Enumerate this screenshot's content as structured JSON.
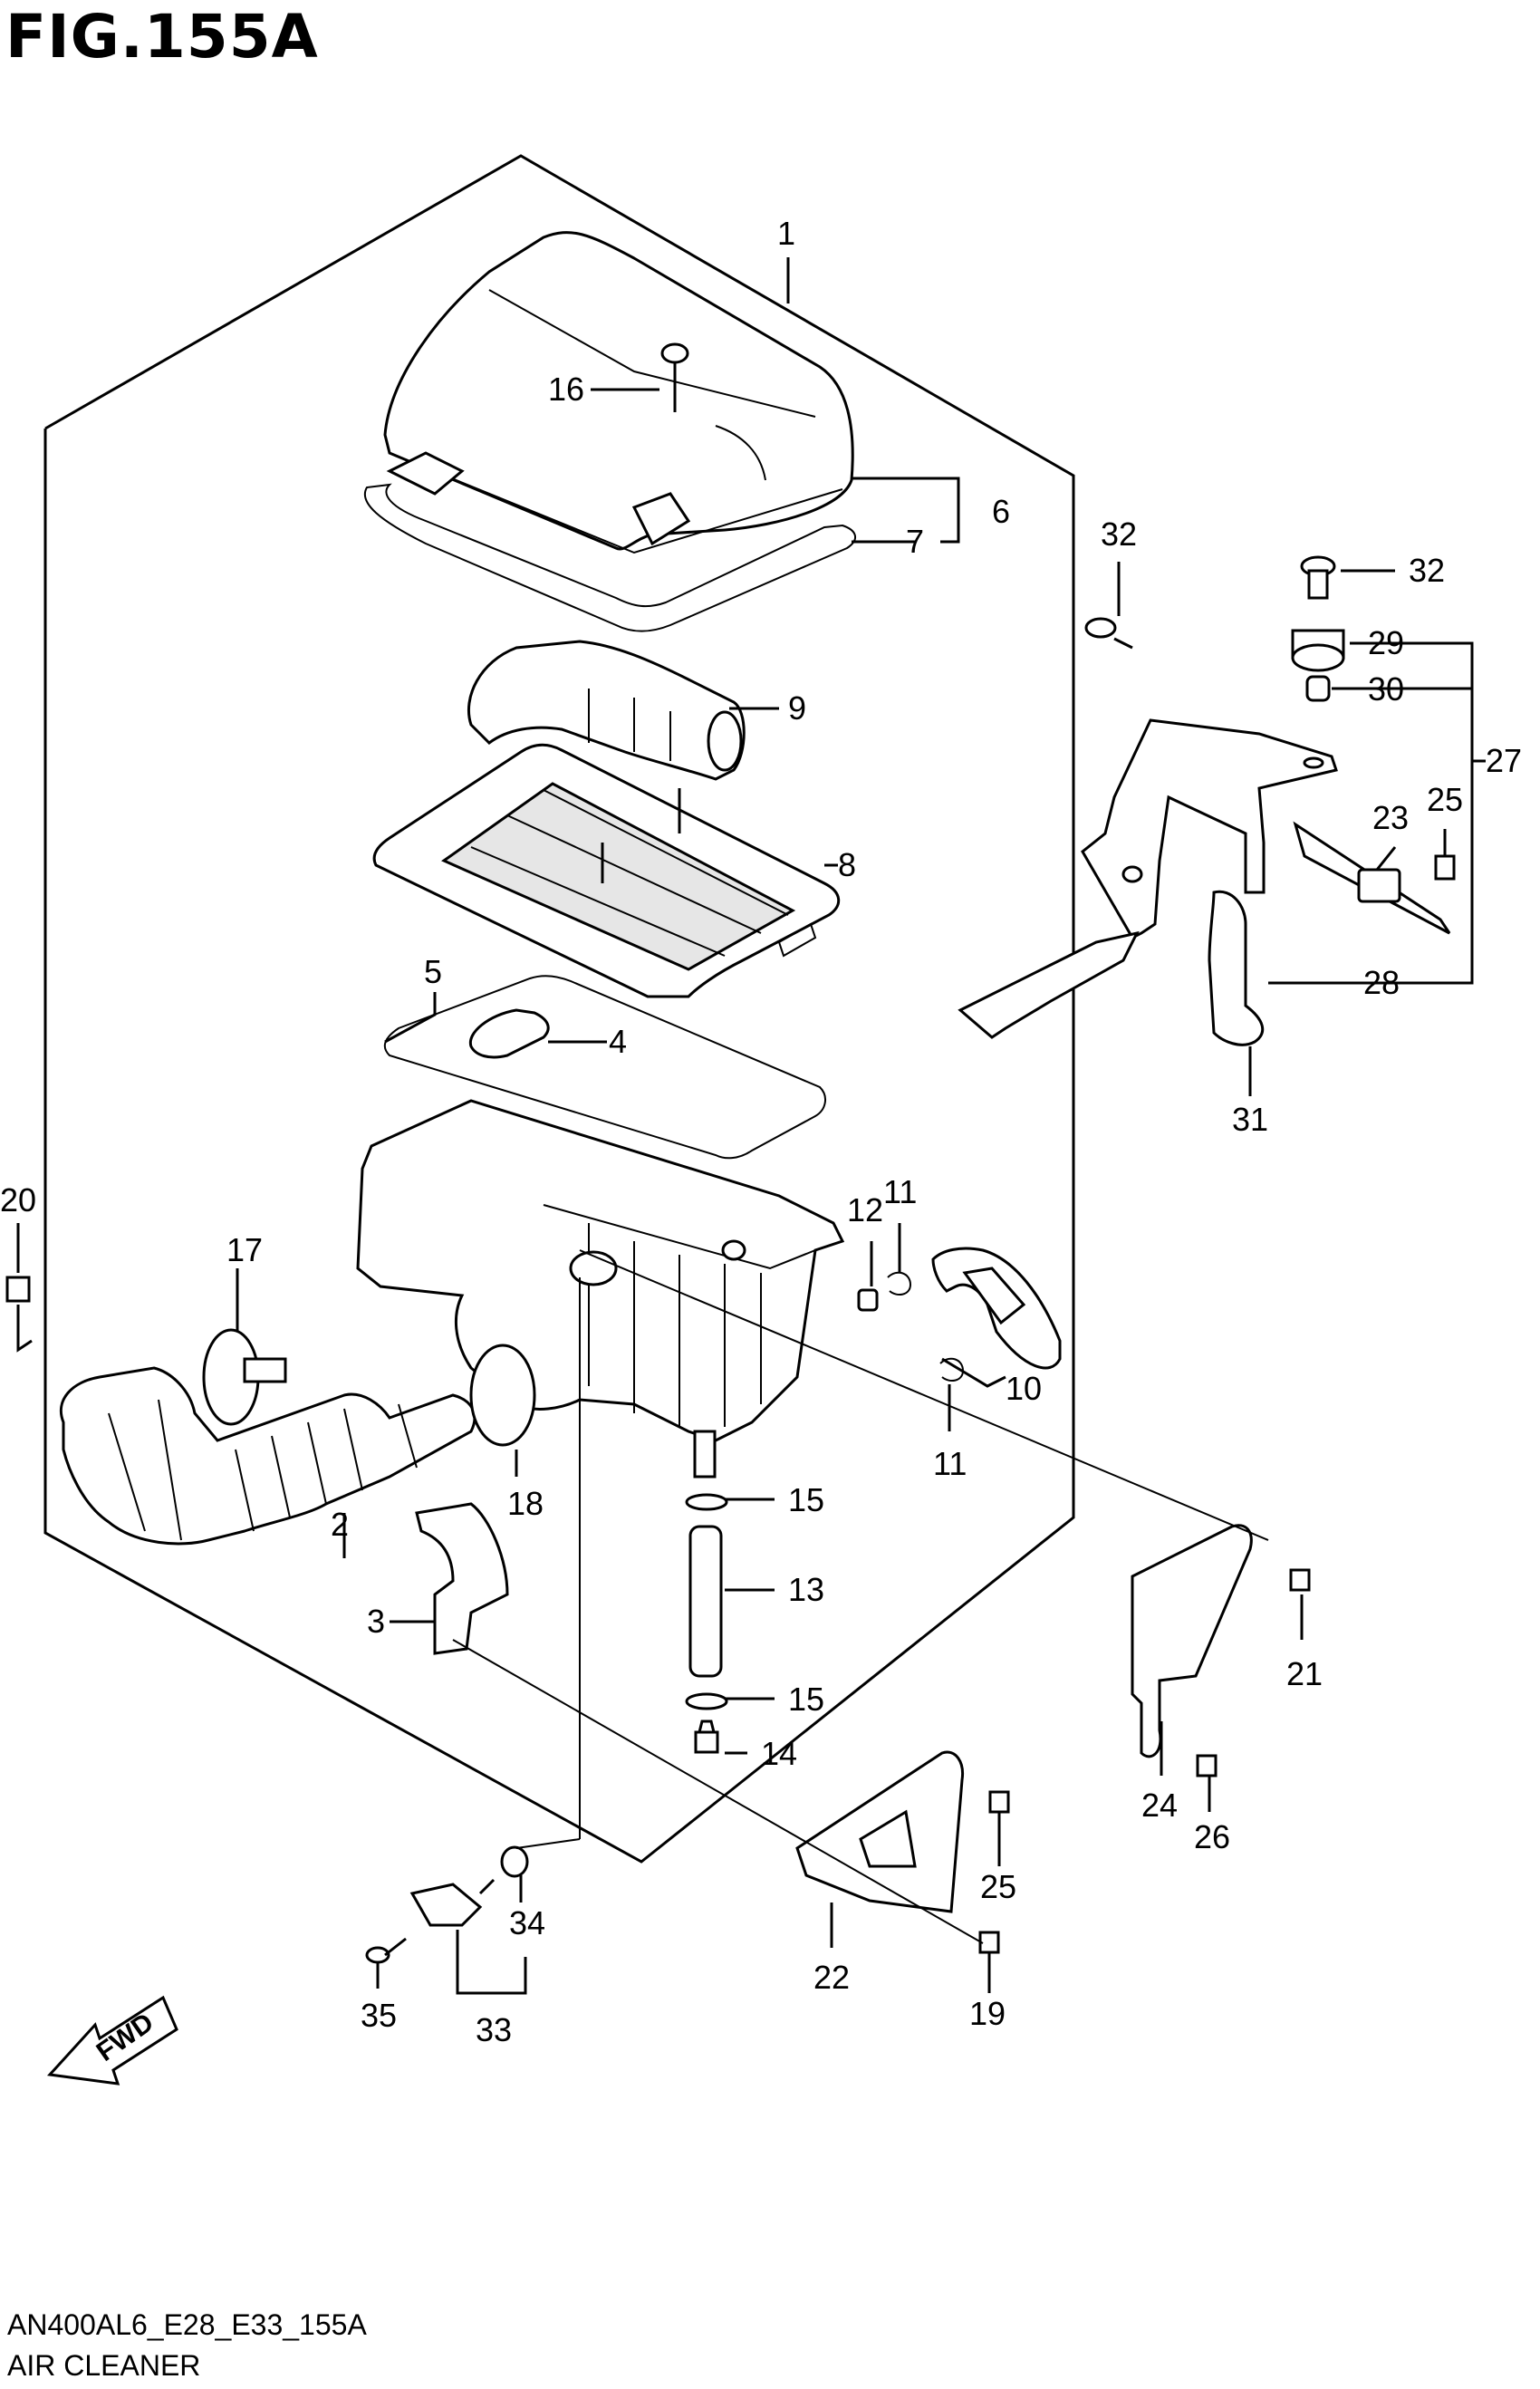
{
  "figure": {
    "title": "FIG.155A"
  },
  "footer": {
    "code": "AN400AL6_E28_E33_155A",
    "name": "AIR CLEANER"
  },
  "fwd_label": "FWD",
  "callouts": {
    "c1": "1",
    "c2": "2",
    "c3": "3",
    "c4": "4",
    "c5": "5",
    "c6": "6",
    "c7": "7",
    "c8": "8",
    "c9": "9",
    "c10": "10",
    "c11a": "11",
    "c11b": "11",
    "c12": "12",
    "c13": "13",
    "c14": "14",
    "c15a": "15",
    "c15b": "15",
    "c16": "16",
    "c17": "17",
    "c18": "18",
    "c19": "19",
    "c20": "20",
    "c21": "21",
    "c22": "22",
    "c23": "23",
    "c24": "24",
    "c25a": "25",
    "c25b": "25",
    "c26": "26",
    "c27": "27",
    "c28": "28",
    "c29": "29",
    "c30": "30",
    "c31": "31",
    "c32a": "32",
    "c32b": "32",
    "c33": "33",
    "c34": "34",
    "c35": "35"
  }
}
